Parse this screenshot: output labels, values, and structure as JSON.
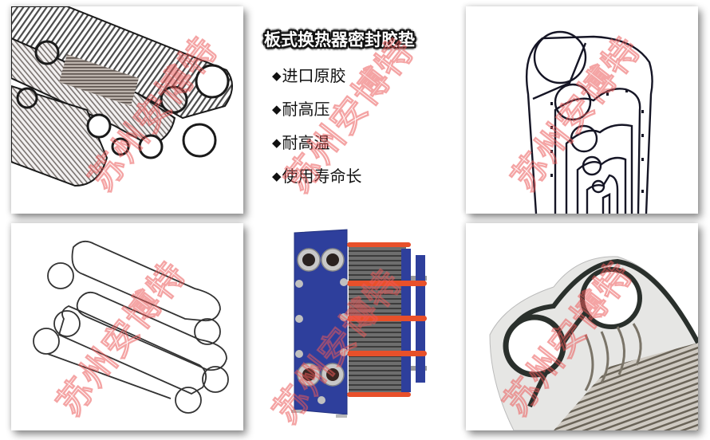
{
  "center_panel": {
    "title": "板式换热器密封胶垫",
    "features": [
      {
        "bullet": "◆",
        "text": "进口原胶"
      },
      {
        "bullet": "◆",
        "text": "耐高压"
      },
      {
        "bullet": "◆",
        "text": "耐高温"
      },
      {
        "bullet": "◆",
        "text": "使用寿命长"
      }
    ]
  },
  "images": [
    {
      "position": "top-left",
      "subject": "stacked plates with black gaskets, photo"
    },
    {
      "position": "top-right",
      "subject": "vertical gasket outlines, line drawing"
    },
    {
      "position": "bottom-left",
      "subject": "three stacked gasket outlines, line drawing"
    },
    {
      "position": "bottom-center",
      "subject": "blue plate heat exchanger with orange tie bars"
    },
    {
      "position": "bottom-right",
      "subject": "close-up of gasketed plate port, photo"
    }
  ],
  "watermark": {
    "text": "苏州安博特",
    "color": "#eb5a5a"
  },
  "colors": {
    "frame_blue": "#2e3f9c",
    "tie_bar_orange": "#e8502a",
    "plate_gray": "#6b6b6b",
    "gasket_black": "#1a1a1a"
  }
}
